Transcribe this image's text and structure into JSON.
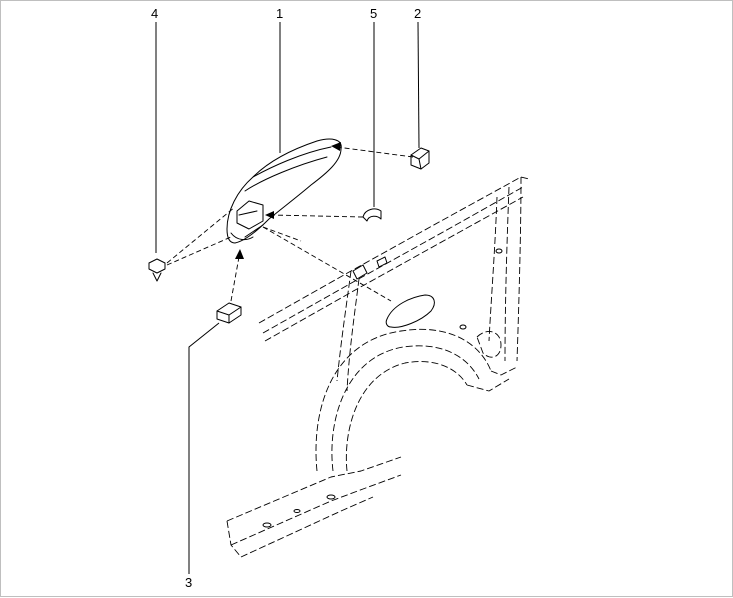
{
  "callouts": {
    "one": "1",
    "two": "2",
    "three": "3",
    "four": "4",
    "five": "5"
  },
  "colors": {
    "line": "#000000",
    "background": "#ffffff",
    "frame": "#bfbfbf"
  }
}
